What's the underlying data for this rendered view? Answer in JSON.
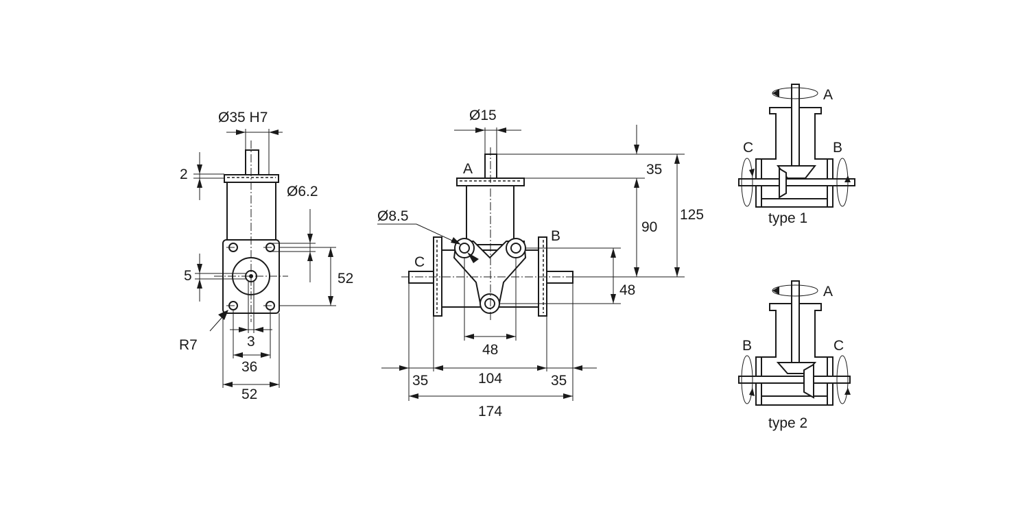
{
  "side_view": {
    "bore_label": "Ø35 H7",
    "flange_thickness": "2",
    "mount_hole_dia": "Ø6.2",
    "keyway_height": "5",
    "height": "52",
    "corner_radius": "R7",
    "keyway_width": "3",
    "hole_spacing": "36",
    "width": "52"
  },
  "front_view": {
    "shaft_dia": "Ø15",
    "hole_dia": "Ø8.5",
    "label_a": "A",
    "label_b": "B",
    "label_c": "C",
    "dim_35_top": "35",
    "dim_90": "90",
    "dim_125": "125",
    "dim_48_right": "48",
    "dim_48_bottom": "48",
    "dim_35_left": "35",
    "dim_104": "104",
    "dim_35_right": "35",
    "dim_174": "174"
  },
  "type1": {
    "label_a": "A",
    "label_b": "B",
    "label_c": "C",
    "caption": "type 1"
  },
  "type2": {
    "label_a": "A",
    "label_b": "B",
    "label_c": "C",
    "caption": "type 2"
  }
}
